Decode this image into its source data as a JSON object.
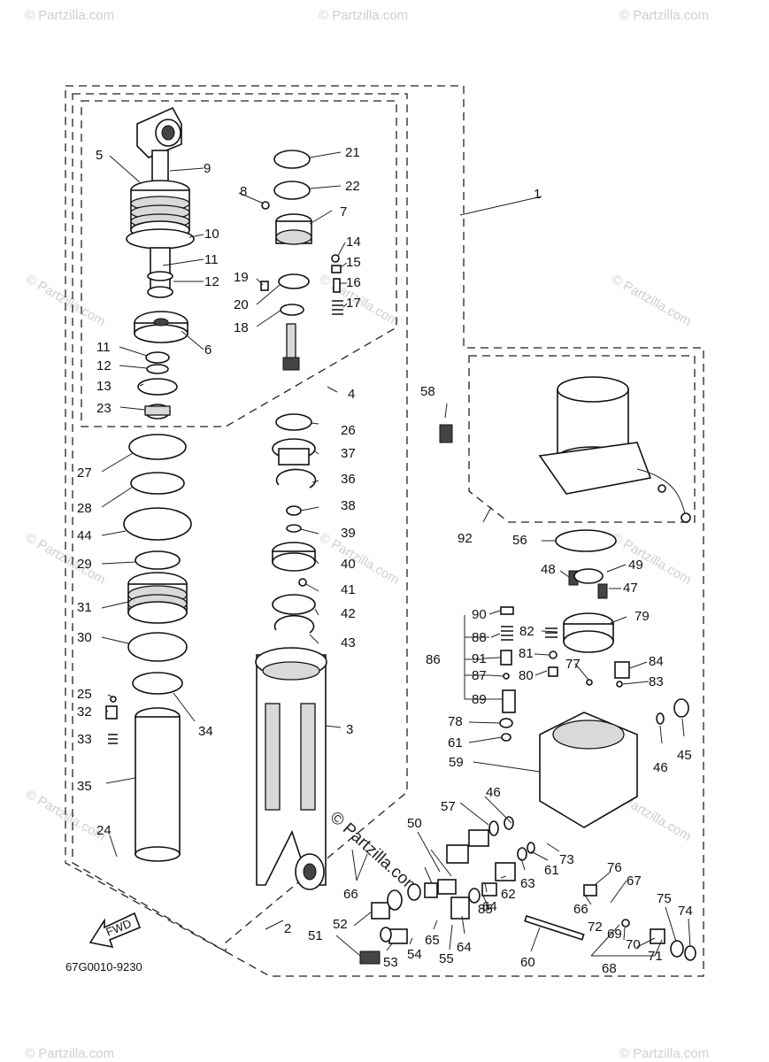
{
  "diagram": {
    "code": "67G0010-9230",
    "fwd_label": "FWD",
    "watermark": "© Partzilla.com",
    "callouts": {
      "c1": "1",
      "c2": "2",
      "c3": "3",
      "c4": "4",
      "c5": "5",
      "c6": "6",
      "c7": "7",
      "c8": "8",
      "c9": "9",
      "c10": "10",
      "c11a": "11",
      "c11b": "11",
      "c12a": "12",
      "c12b": "12",
      "c13": "13",
      "c14": "14",
      "c15": "15",
      "c16": "16",
      "c17": "17",
      "c18": "18",
      "c19": "19",
      "c20": "20",
      "c21": "21",
      "c22": "22",
      "c23": "23",
      "c24": "24",
      "c25": "25",
      "c26": "26",
      "c27": "27",
      "c28": "28",
      "c29": "29",
      "c30": "30",
      "c31": "31",
      "c32": "32",
      "c33": "33",
      "c34": "34",
      "c35": "35",
      "c36": "36",
      "c37": "37",
      "c38": "38",
      "c39": "39",
      "c40": "40",
      "c41": "41",
      "c42": "42",
      "c43": "43",
      "c44": "44",
      "c45": "45",
      "c46a": "46",
      "c46b": "46",
      "c47": "47",
      "c48": "48",
      "c49": "49",
      "c50": "50",
      "c51": "51",
      "c52": "52",
      "c53": "53",
      "c54": "54",
      "c55": "55",
      "c56": "56",
      "c57": "57",
      "c58": "58",
      "c59": "59",
      "c60": "60",
      "c61a": "61",
      "c61b": "61",
      "c62": "62",
      "c63": "63",
      "c64a": "64",
      "c64b": "64",
      "c65": "65",
      "c66a": "66",
      "c66b": "66",
      "c67": "67",
      "c68": "68",
      "c69": "69",
      "c70": "70",
      "c71": "71",
      "c72": "72",
      "c73": "73",
      "c74": "74",
      "c75": "75",
      "c76": "76",
      "c77": "77",
      "c78": "78",
      "c79": "79",
      "c80": "80",
      "c81": "81",
      "c82": "82",
      "c83": "83",
      "c84": "84",
      "c85": "85",
      "c86": "86",
      "c87": "87",
      "c88": "88",
      "c89": "89",
      "c90": "90",
      "c91": "91",
      "c92": "92"
    }
  }
}
